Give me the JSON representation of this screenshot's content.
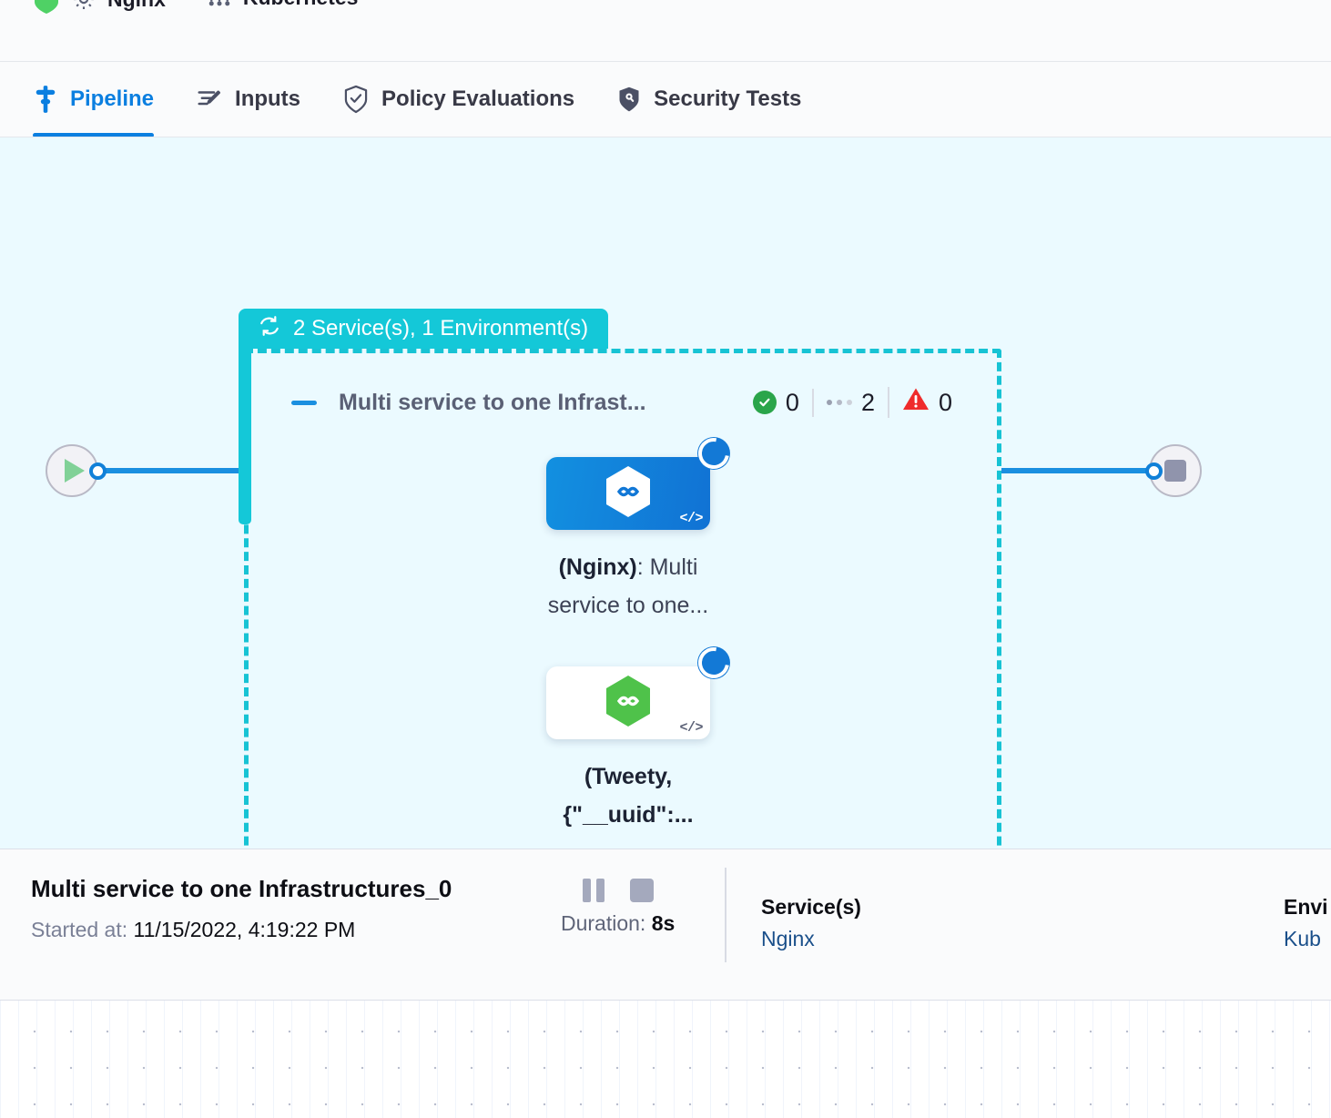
{
  "breadcrumb": {
    "items": [
      {
        "label": "Nginx",
        "icon": "gear-icon"
      },
      {
        "label": "Kubernetes",
        "icon": "kubernetes-icon"
      }
    ]
  },
  "tabs": [
    {
      "label": "Pipeline",
      "icon": "pipeline-icon",
      "active": true
    },
    {
      "label": "Inputs",
      "icon": "inputs-pencil-icon",
      "active": false
    },
    {
      "label": "Policy Evaluations",
      "icon": "shield-check-icon",
      "active": false
    },
    {
      "label": "Security Tests",
      "icon": "shield-lock-icon",
      "active": false
    }
  ],
  "canvas": {
    "start_node": {
      "icon": "play-icon",
      "title": "Start"
    },
    "end_node": {
      "icon": "stop-icon",
      "title": "End"
    },
    "group": {
      "badge_label": "2 Service(s), 1 Environment(s)",
      "badge_icon": "rollback-loop-icon",
      "title": "Multi service to one Infrast...",
      "collapse_icon": "collapse-dash-icon",
      "status": [
        {
          "name": "success",
          "icon": "check-circle-icon",
          "count": "0",
          "color": "#2aa54a"
        },
        {
          "name": "running",
          "icon": "dots-icon",
          "count": "2",
          "color": "#9aa0b0"
        },
        {
          "name": "failed",
          "icon": "warning-triangle-icon",
          "count": "0",
          "color": "#ef2b2b"
        }
      ],
      "nodes": [
        {
          "label_bold": "(Nginx)",
          "label_rest": ": Multi service to one...",
          "icon": "harness-hexagon-icon",
          "badge": "running-spinner-icon",
          "code_mark": "</>",
          "style": "blue"
        },
        {
          "label_bold": "(Tweety,",
          "label_rest": "{\"__uuid\":...",
          "icon": "harness-hexagon-green-icon",
          "badge": "running-spinner-icon",
          "code_mark": "</>",
          "style": "white"
        }
      ]
    }
  },
  "detail": {
    "title": "Multi service to one Infrastructures_0",
    "started_label": "Started at:",
    "started_value": "11/15/2022, 4:19:22 PM",
    "controls": [
      {
        "name": "pause-button",
        "icon": "pause-icon"
      },
      {
        "name": "stop-button",
        "icon": "stop-square-icon"
      }
    ],
    "duration_label": "Duration:",
    "duration_value": "8s",
    "services_heading": "Service(s)",
    "services_value": "Nginx",
    "environments_heading": "Envi",
    "environments_value": "Kub"
  },
  "colors": {
    "accent_blue": "#0b7fe0",
    "group_teal": "#14c8d8",
    "canvas_bg": "#ebfaff",
    "success_green": "#2aa54a",
    "error_red": "#ef2b2b"
  }
}
